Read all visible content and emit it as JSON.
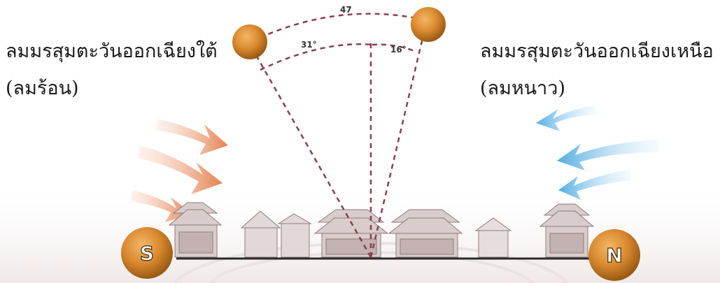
{
  "labels": {
    "southeast_monsoon": "ลมมรสุมตะวันออกเฉียงใต้",
    "hot_wind": "(ลมร้อน)",
    "northeast_monsoon": "ลมมรสุมตะวันออกเฉียงเหนือ",
    "cold_wind": "(ลมหนาว)"
  },
  "angles": {
    "total": "47",
    "south": "31°",
    "north": "16°"
  },
  "poles": {
    "south": "S",
    "north": "N"
  },
  "colors": {
    "sun": "#d9892f",
    "hot_arrows": "#e88a5a",
    "cold_arrows": "#69b8e6",
    "dashed_lines": "#8a3f4f"
  }
}
